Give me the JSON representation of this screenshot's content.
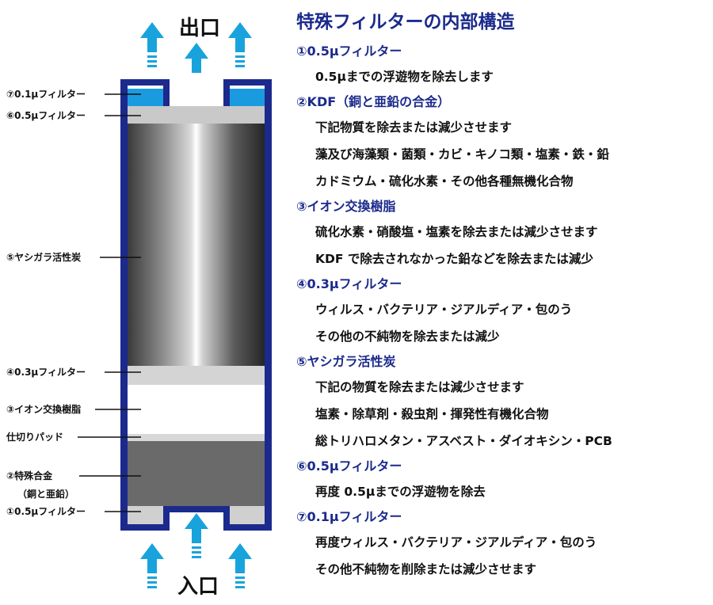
{
  "diagram": {
    "outlet_label": "出口",
    "inlet_label": "入口",
    "layer_labels": [
      "⑦0.1μフィルター",
      "⑥0.5μフィルター",
      "⑤ヤシガラ活性炭",
      "④0.3μフィルター",
      "③イオン交換樹脂",
      "仕切りパッド",
      "②特殊合金",
      "（銅と亜鉛）",
      "①0.5μフィルター"
    ],
    "colors": {
      "housing": "#1b2a8c",
      "arrow": "#19a3dc",
      "filter_top_blue": "#1a9be0",
      "filter_grey": "#c9c9c9",
      "alloy_grey": "#6a6a6a"
    }
  },
  "description": {
    "title": "特殊フィルターの内部構造",
    "sections": [
      {
        "heading": "①0.5μフィルター",
        "lines": [
          "0.5μまでの浮遊物を除去します"
        ]
      },
      {
        "heading": "②KDF（銅と亜鉛の合金）",
        "lines": [
          "下記物質を除去または減少させます",
          "藻及び海藻類・菌類・カビ・キノコ類・塩素・鉄・鉛",
          "カドミウム・硫化水素・その他各種無機化合物"
        ]
      },
      {
        "heading": "③イオン交換樹脂",
        "lines": [
          "硫化水素・硝酸塩・塩素を除去または減少させます",
          "KDF で除去されなかった鉛などを除去または減少"
        ]
      },
      {
        "heading": "④0.3μフィルター",
        "lines": [
          "ウィルス・バクテリア・ジアルディア・包のう",
          "その他の不純物を除去または減少"
        ]
      },
      {
        "heading": "⑤ヤシガラ活性炭",
        "lines": [
          "下記の物質を除去または減少させます",
          "塩素・除草剤・殺虫剤・揮発性有機化合物",
          "総トリハロメタン・アスベスト・ダイオキシン・PCB"
        ]
      },
      {
        "heading": "⑥0.5μフィルター",
        "lines": [
          "再度 0.5μまでの浮遊物を除去"
        ]
      },
      {
        "heading": "⑦0.1μフィルター",
        "lines": [
          "再度ウィルス・バクテリア・ジアルディア・包のう",
          "その他不純物を削除または減少させます"
        ]
      }
    ]
  }
}
